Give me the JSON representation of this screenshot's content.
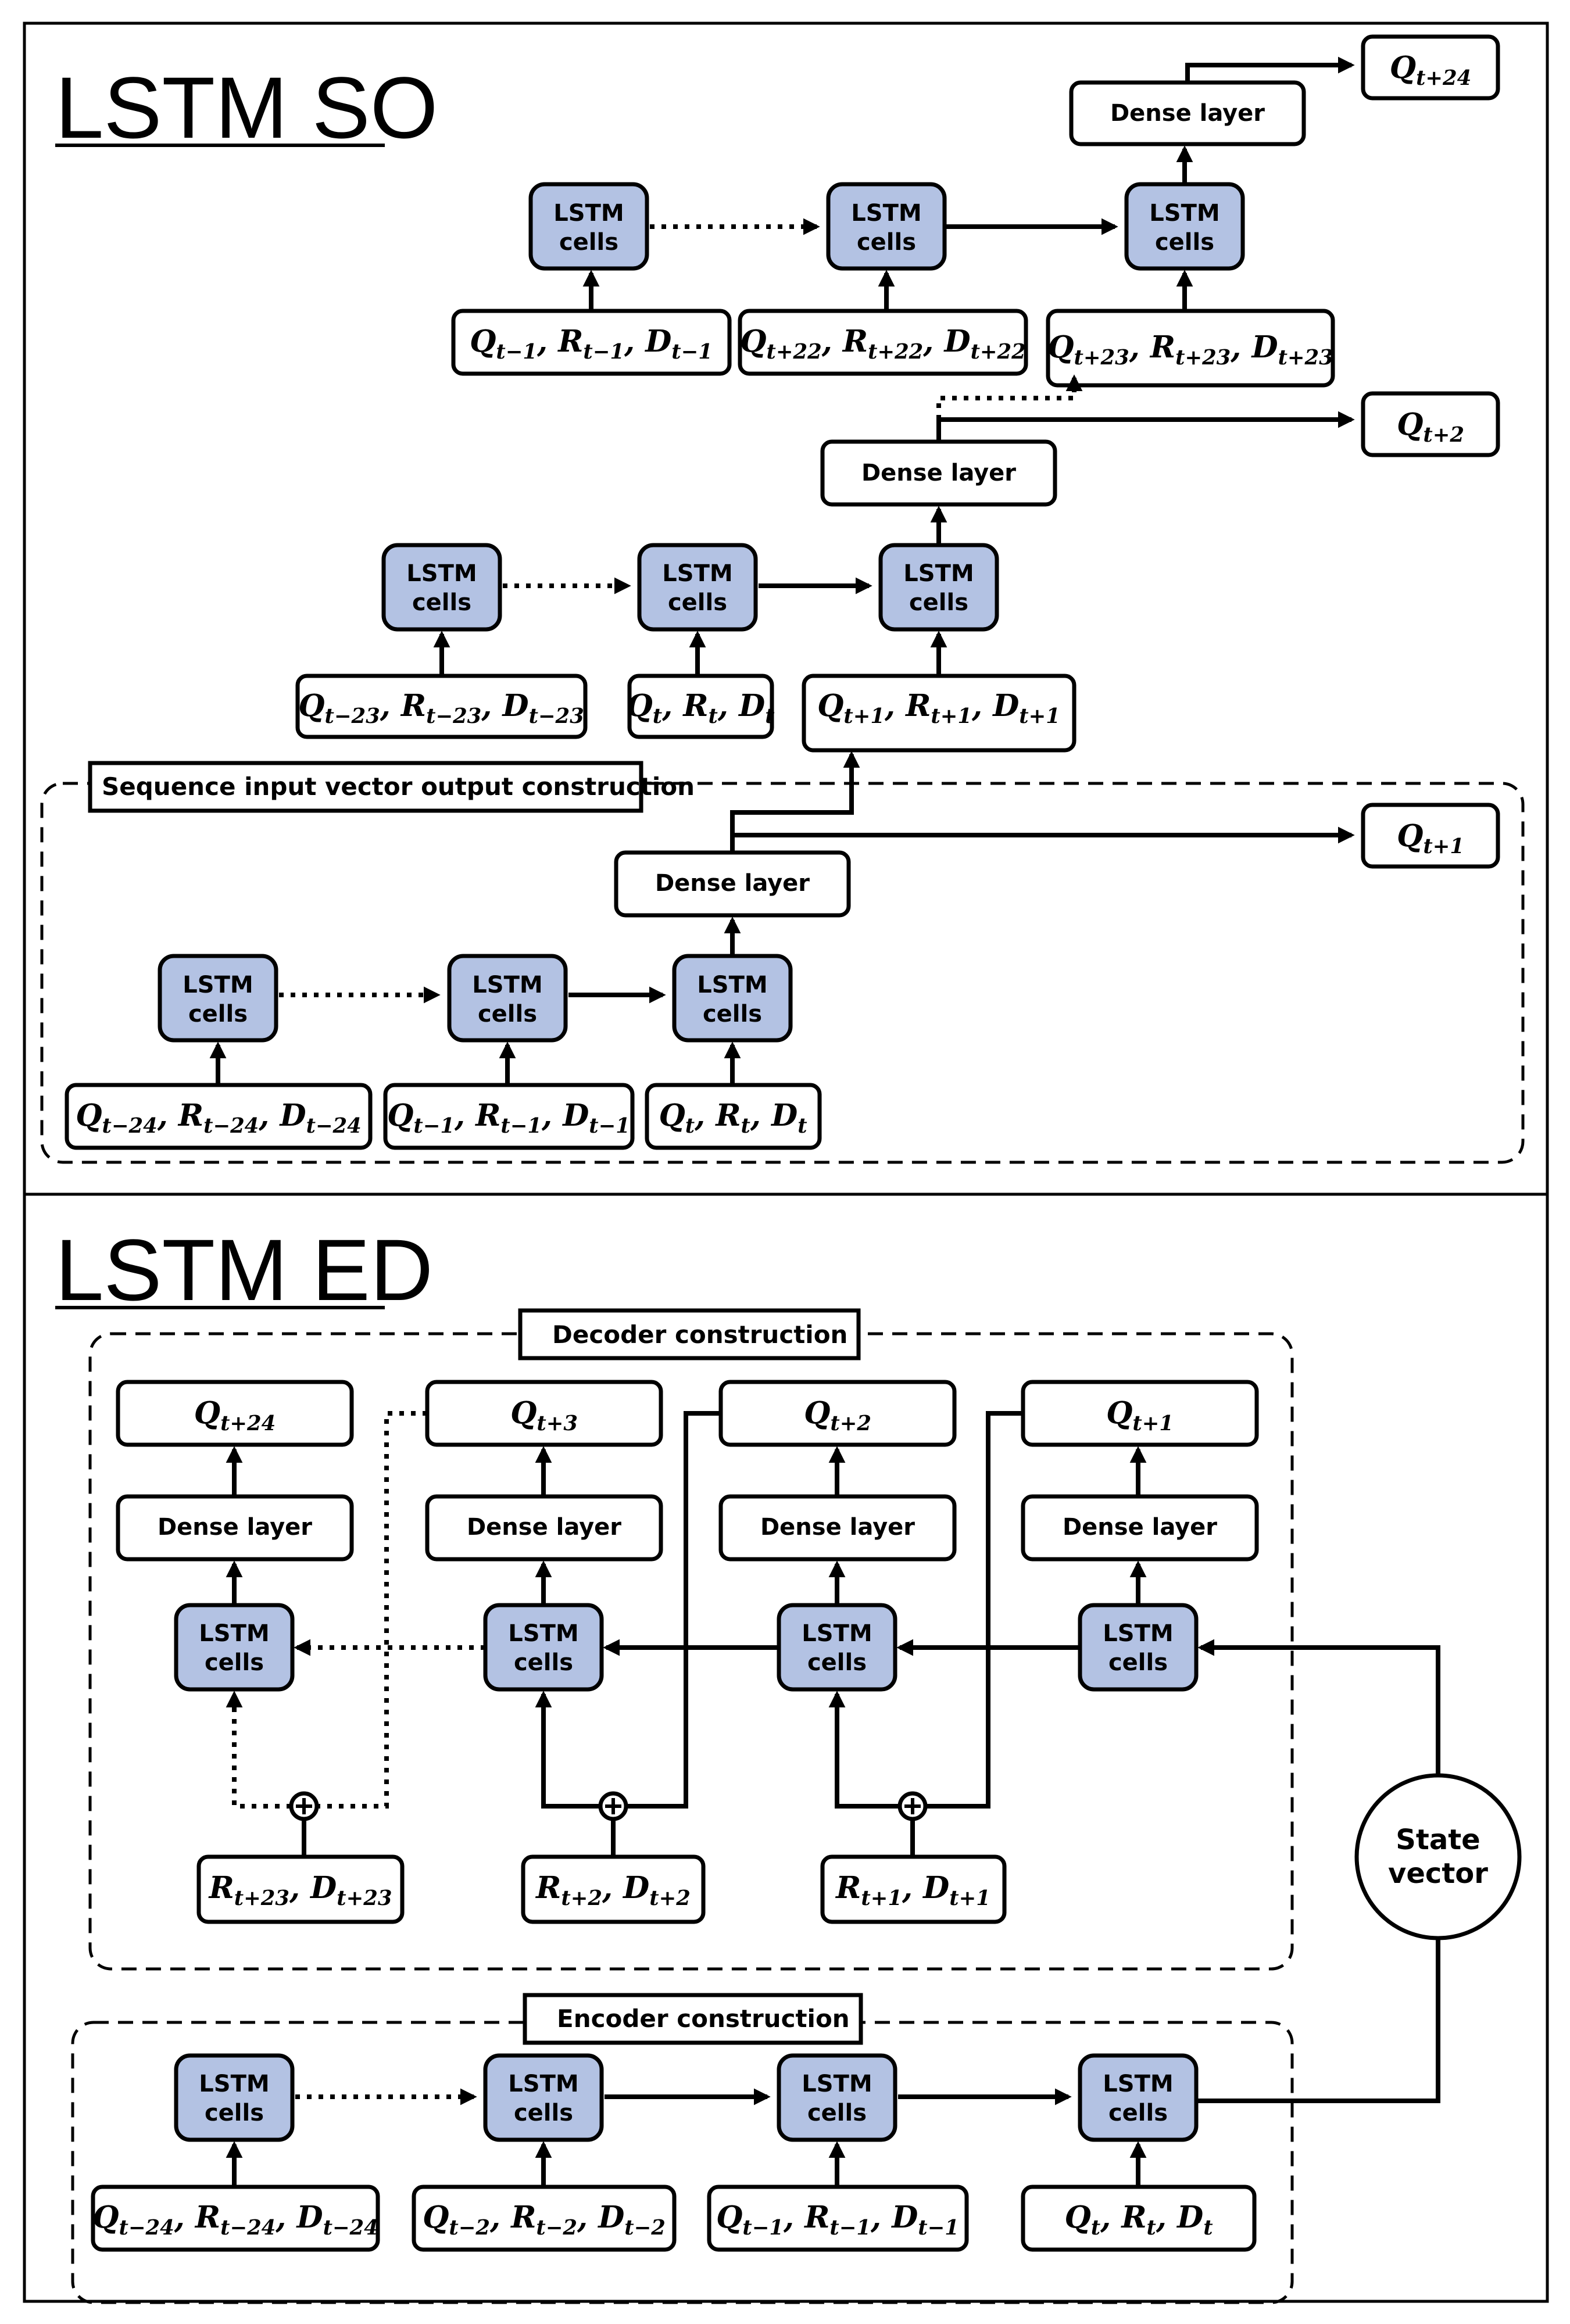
{
  "panels": {
    "so_title": "LSTM SO",
    "ed_title": "LSTM ED"
  },
  "labels": {
    "lstm_line1": "LSTM",
    "lstm_line2": "cells",
    "dense": "Dense layer",
    "sequence_section": "Sequence input vector output construction",
    "decoder_section": "Decoder construction",
    "encoder_section": "Encoder construction",
    "state_line1": "State",
    "state_line2": "vector"
  },
  "so_outputs": {
    "q_t24": "Q_{t+24}",
    "q_t2": "Q_{t+2}",
    "q_t1": "Q_{t+1}"
  },
  "so_inputs": {
    "top_row": [
      "Q_{t-1}, R_{t-1}, D_{t-1}",
      "Q_{t+22}, R_{t+22}, D_{t+22}",
      "Q_{t+23}, R_{t+23}, D_{t+23}"
    ],
    "mid_row": [
      "Q_{t-23}, R_{t-23}, D_{t-23}",
      "Q_t, R_t, D_t",
      "Q_{t+1}, R_{t+1}, D_{t+1}"
    ],
    "bottom_row": [
      "Q_{t-24}, R_{t-24}, D_{t-24}",
      "Q_{t-1}, R_{t-1}, D_{t-1}",
      "Q_t, R_t, D_t"
    ]
  },
  "ed_outputs": [
    "Q_{t+24}",
    "Q_{t+3}",
    "Q_{t+2}",
    "Q_{t+1}"
  ],
  "ed_decoder_inputs": [
    "R_{t+23}, D_{t+23}",
    "R_{t+2}, D_{t+2}",
    "R_{t+1}, D_{t+1}"
  ],
  "ed_encoder_inputs": [
    "Q_{t-24}, R_{t-24}, D_{t-24}",
    "Q_{t-2}, R_{t-2}, D_{t-2}",
    "Q_{t-1}, R_{t-1}, D_{t-1}",
    "Q_t, R_t, D_t"
  ]
}
